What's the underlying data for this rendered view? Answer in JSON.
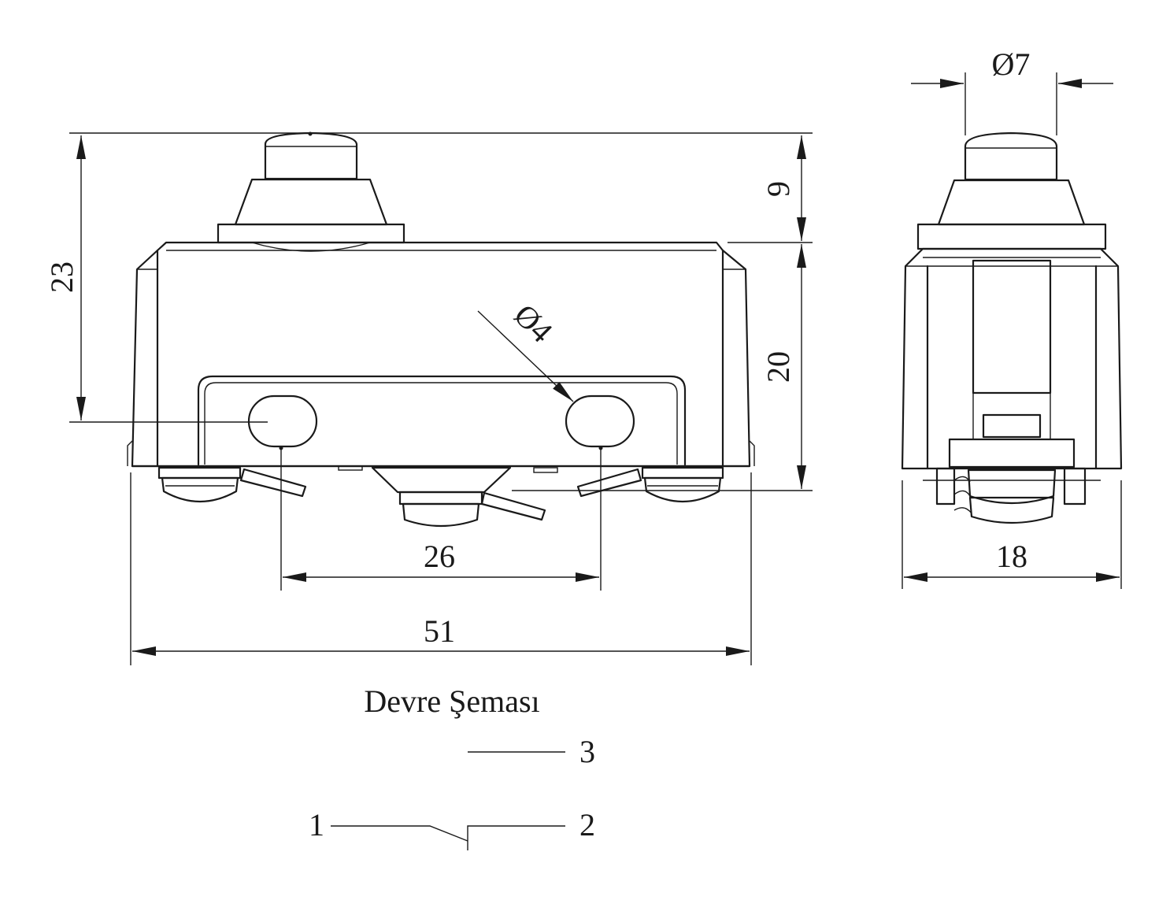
{
  "dimensions": {
    "total_height": "23",
    "plunger_height": "9",
    "body_height": "20",
    "mount_hole_diameter": "Ø4",
    "hole_spacing": "26",
    "total_length": "51",
    "plunger_diameter": "Ø7",
    "body_width": "18"
  },
  "circuit": {
    "title": "Devre Şeması",
    "terminal_common": "1",
    "terminal_nc": "2",
    "terminal_no": "3"
  }
}
